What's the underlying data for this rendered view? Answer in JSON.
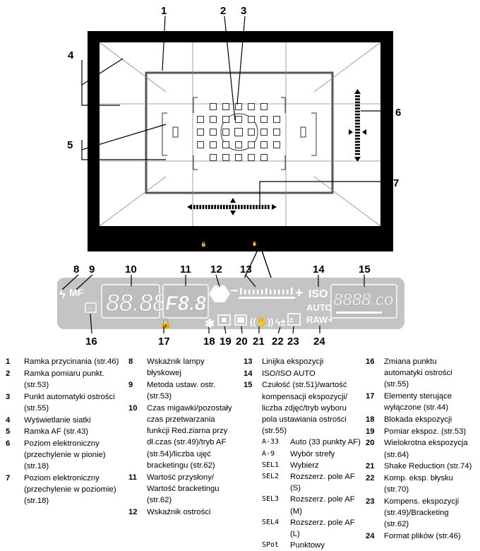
{
  "callouts": [
    "1",
    "2",
    "3",
    "4",
    "5",
    "6",
    "7",
    "8",
    "9",
    "10",
    "11",
    "12",
    "13",
    "14",
    "15",
    "16",
    "17",
    "18",
    "19",
    "20",
    "21",
    "22",
    "23",
    "24"
  ],
  "viewfinder_lcd": {
    "shutter": "88.88",
    "aperture": "F8.8",
    "iso": "ISO",
    "auto": "AUTO",
    "raw": "RAW+",
    "counter": "8888.co",
    "mf": "MF",
    "minus": "−",
    "plus": "+"
  },
  "panel_lcd": {
    "mf": "MF",
    "shutter": "88.88",
    "aperture": "F8.8",
    "minus": "−",
    "plus": "+",
    "iso": "ISO",
    "auto": "AUTO",
    "raw": "RAW+",
    "counter": "8888.co"
  },
  "legend": {
    "col1": [
      {
        "n": "1",
        "text": "Ramka przycinania (str.46)"
      },
      {
        "n": "2",
        "text": "Ramka pomiaru punkt.\n(str.53)"
      },
      {
        "n": "3",
        "text": "Punkt automatyki ostrości\n(str.55)"
      },
      {
        "n": "4",
        "text": "Wyświetlanie siatki"
      },
      {
        "n": "5",
        "text": "Ramka AF (str.43)"
      },
      {
        "n": "6",
        "text": "Poziom elektroniczny\n(przechylenie w pionie)\n(str.18)"
      },
      {
        "n": "7",
        "text": "Poziom elektroniczny\n(przechylenie w poziomie)\n(str.18)"
      }
    ],
    "col2": [
      {
        "n": "8",
        "text": "Wskaźnik lampy\nbłyskowej"
      },
      {
        "n": "9",
        "text": "Metoda ustaw. ostr.\n(str.53)"
      },
      {
        "n": "10",
        "text": "Czas migawki/pozostały\nczas przetwarzania\nfunkcji Red.ziarna przy\ndł.czas (str.49)/tryb AF\n(str.54)/liczba ujęć\nbracketingu (str.62)"
      },
      {
        "n": "11",
        "text": "Wartość przysłony/\nWartość bracketingu\n(str.62)"
      },
      {
        "n": "12",
        "text": "Wskaźnik ostrości"
      }
    ],
    "col3": [
      {
        "n": "13",
        "text": "Linijka ekspozycji"
      },
      {
        "n": "14",
        "text": "ISO/ISO AUTO"
      },
      {
        "n": "15",
        "text": "Czułość (str.51)/wartość\nkompensacji ekspozycji/\nliczba zdjęć/tryb wyboru\npola ustawiania ostrości\n(str.55)"
      }
    ],
    "modes": [
      {
        "glyph": "A-33",
        "text": "Auto (33 punkty AF)"
      },
      {
        "glyph": "A-9",
        "text": "Wybór strefy"
      },
      {
        "glyph": "SEL1",
        "text": "Wybierz"
      },
      {
        "glyph": "SEL2",
        "text": "Rozszerz. pole AF\n(S)"
      },
      {
        "glyph": "SEL3",
        "text": "Rozszerz. pole AF\n(M)"
      },
      {
        "glyph": "SEL4",
        "text": "Rozszerz. pole AF\n(L)"
      },
      {
        "glyph": "SPot",
        "text": "Punktowy"
      }
    ],
    "col4": [
      {
        "n": "16",
        "text": "Zmiana punktu\nautomatyki ostrości\n(str.55)"
      },
      {
        "n": "17",
        "text": "Elementy sterujące\nwyłączone (str.44)"
      },
      {
        "n": "18",
        "text": "Blokada ekspozycji"
      },
      {
        "n": "19",
        "text": "Pomiar ekspoz. (str.53)"
      },
      {
        "n": "20",
        "text": "Wielokrotna ekspozycja\n(str.64)"
      },
      {
        "n": "21",
        "text": "Shake Reduction (str.74)"
      },
      {
        "n": "22",
        "text": "Komp. eksp. błysku\n(str.70)"
      },
      {
        "n": "23",
        "text": "Kompens. ekspozycji\n(str.49)/Bracketing\n(str.62)"
      },
      {
        "n": "24",
        "text": "Format plików (str.46)"
      }
    ]
  }
}
